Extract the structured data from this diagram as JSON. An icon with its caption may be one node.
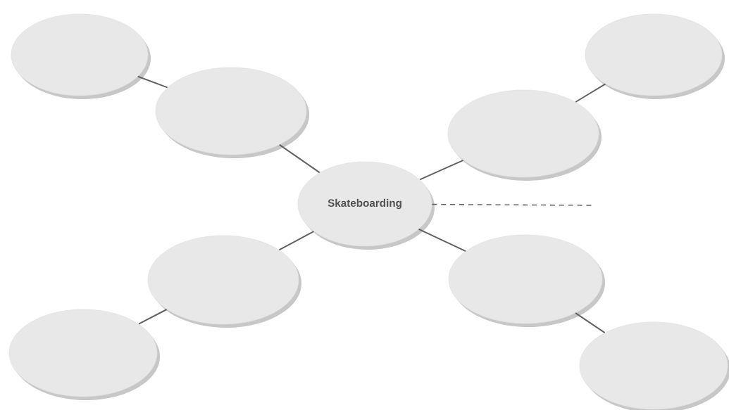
{
  "diagram": {
    "nodes": [
      {
        "text": [],
        "shape": "ellipse"
      },
      {
        "text": [],
        "shape": "ellipse"
      },
      {
        "text": [],
        "shape": "ellipse"
      },
      {
        "text": [],
        "shape": "ellipse"
      },
      {
        "text": [
          "Skateboarding"
        ]
      },
      {
        "text": [],
        "shape": "ellipse"
      },
      {
        "text": [],
        "shape": "ellipse"
      },
      {
        "text": [],
        "shape": "ellipse"
      },
      {
        "text": [],
        "shape": "ellipse"
      }
    ],
    "edges": [
      {
        "from": 0,
        "to": 1,
        "arrow": "none"
      },
      {
        "from": 1,
        "to": 4,
        "arrow": "none"
      },
      {
        "from": 2,
        "to": 3,
        "arrow": "none"
      },
      {
        "from": 3,
        "to": 4,
        "arrow": "none"
      },
      {
        "from": 4,
        "to": 5,
        "arrow": "none"
      },
      {
        "from": 5,
        "to": 7,
        "arrow": "none"
      },
      {
        "from": 4,
        "to": 6,
        "arrow": "none"
      },
      {
        "from": 6,
        "to": 8,
        "arrow": "none"
      },
      {
        "from": 4,
        "to": null,
        "arrow": "none",
        "style": "dashed"
      }
    ]
  }
}
